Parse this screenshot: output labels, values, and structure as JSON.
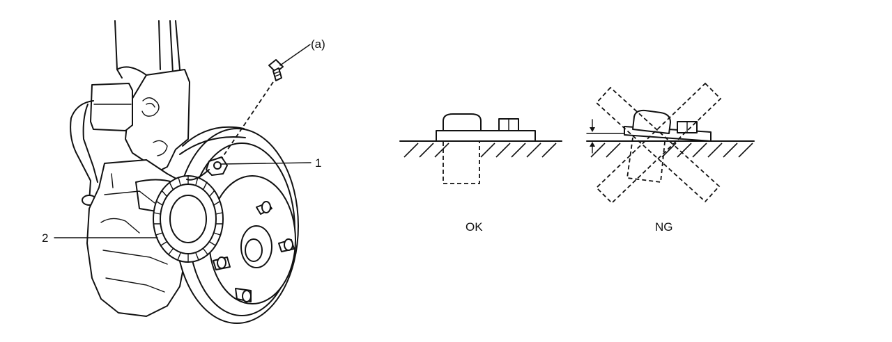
{
  "callouts": {
    "a": "(a)",
    "part1": "1",
    "part2": "2"
  },
  "states": {
    "ok": "OK",
    "ng": "NG"
  },
  "colors": {
    "ink": "#111111",
    "paper": "#ffffff"
  }
}
